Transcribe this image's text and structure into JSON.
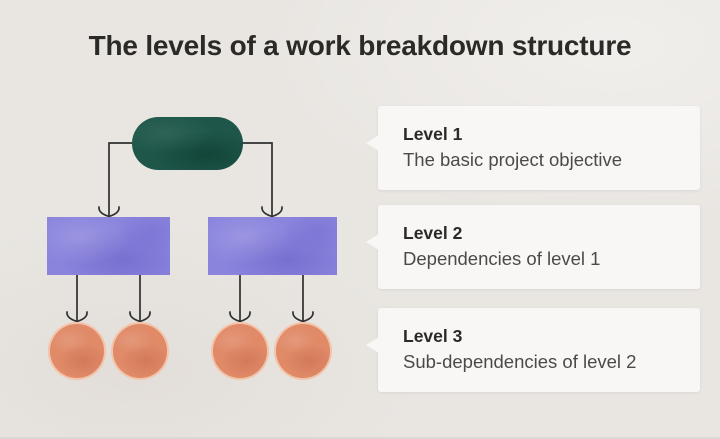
{
  "title": "The levels of a work breakdown structure",
  "callouts": [
    {
      "level": "Level 1",
      "description": "The basic project objective"
    },
    {
      "level": "Level 2",
      "description": "Dependencies of level 1"
    },
    {
      "level": "Level 3",
      "description": "Sub-dependencies of level 2"
    }
  ],
  "diagram": {
    "type": "tree",
    "level1_shape": "pill",
    "level1_count": 1,
    "level2_shape": "rectangle",
    "level2_count": 2,
    "level3_shape": "circle",
    "level3_count": 4
  },
  "colors": {
    "background": "#e9e6e2",
    "level1_node": "#1e574a",
    "level2_node": "#8a84dd",
    "level3_node": "#e08a68",
    "callout_bg": "#f8f7f5",
    "text_primary": "#2b2a27",
    "text_secondary": "#4b4a46",
    "connector": "#2f2f2f"
  }
}
